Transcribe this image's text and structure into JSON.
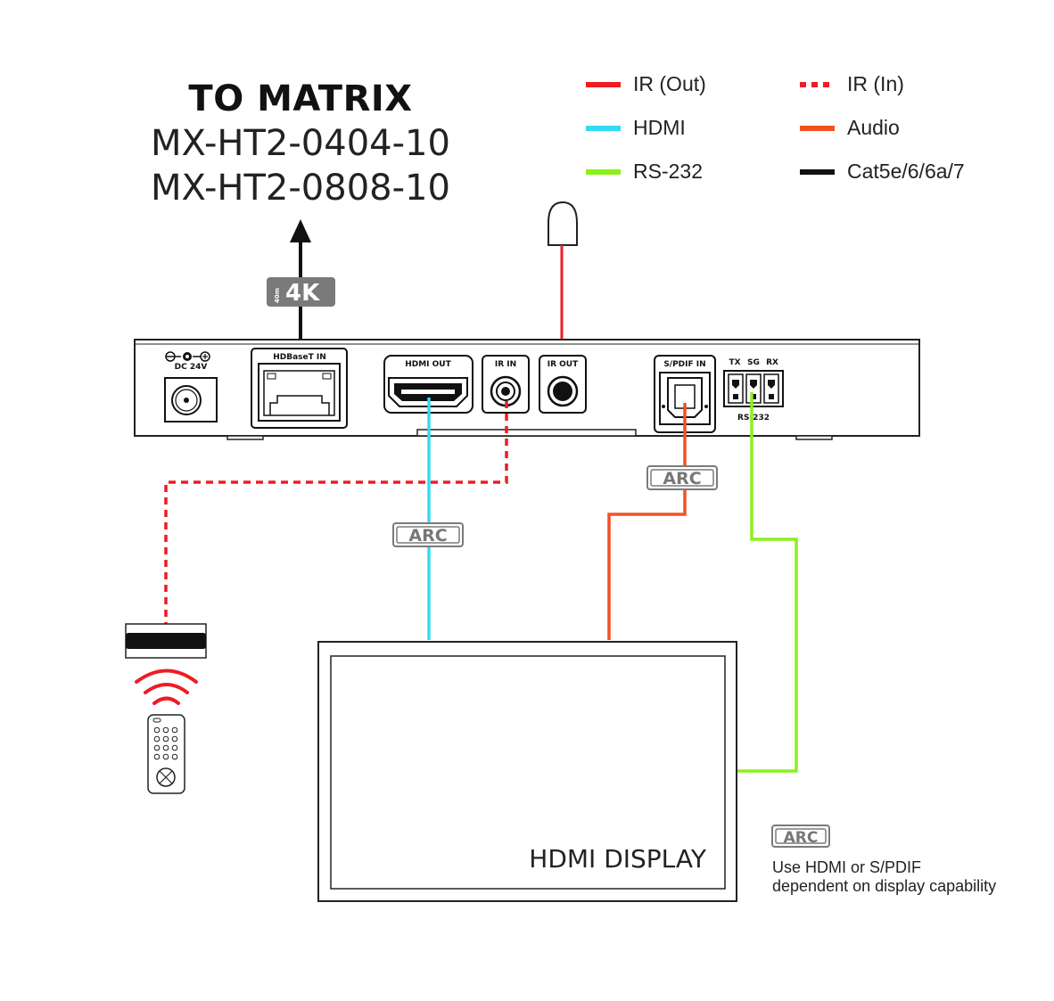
{
  "header": {
    "title": "TO MATRIX",
    "models": [
      "MX-HT2-0404-10",
      "MX-HT2-0808-10"
    ]
  },
  "legend": [
    {
      "label": "IR (Out)",
      "color": "#ee1c24",
      "style": "solid",
      "icon": "ir-out-line"
    },
    {
      "label": "IR (In)",
      "color": "#ee1c24",
      "style": "dashed",
      "icon": "ir-in-dashed-line"
    },
    {
      "label": "HDMI",
      "color": "#33dbf2",
      "style": "solid",
      "icon": "hdmi-line"
    },
    {
      "label": "Audio",
      "color": "#f05222",
      "style": "solid",
      "icon": "audio-line"
    },
    {
      "label": "RS-232",
      "color": "#8cf01e",
      "style": "solid",
      "icon": "rs232-line"
    },
    {
      "label": "Cat5e/6/6a/7",
      "color": "#111111",
      "style": "solid",
      "icon": "cat-line"
    }
  ],
  "device": {
    "ports": {
      "dc": "DC 24V",
      "hdbaset": "HDBaseT IN",
      "hdmi_out": "HDMI OUT",
      "ir_in": "IR IN",
      "ir_out": "IR OUT",
      "spdif": "S/PDIF IN",
      "tx": "TX",
      "sg": "SG",
      "rx": "RX",
      "rs232": "RS-232"
    }
  },
  "badges": {
    "range": "4K",
    "range_small": "40m",
    "arc": "ARC"
  },
  "display": {
    "label": "HDMI DISPLAY"
  },
  "note": {
    "badge": "ARC",
    "line1": "Use HDMI or S/PDIF",
    "line2": "dependent on display capability"
  },
  "colors": {
    "ir": "#ee1c24",
    "hdmi": "#33dbf2",
    "audio": "#f05222",
    "rs232": "#8cf01e",
    "cat": "#111111",
    "badge": "#7a7a7a"
  }
}
